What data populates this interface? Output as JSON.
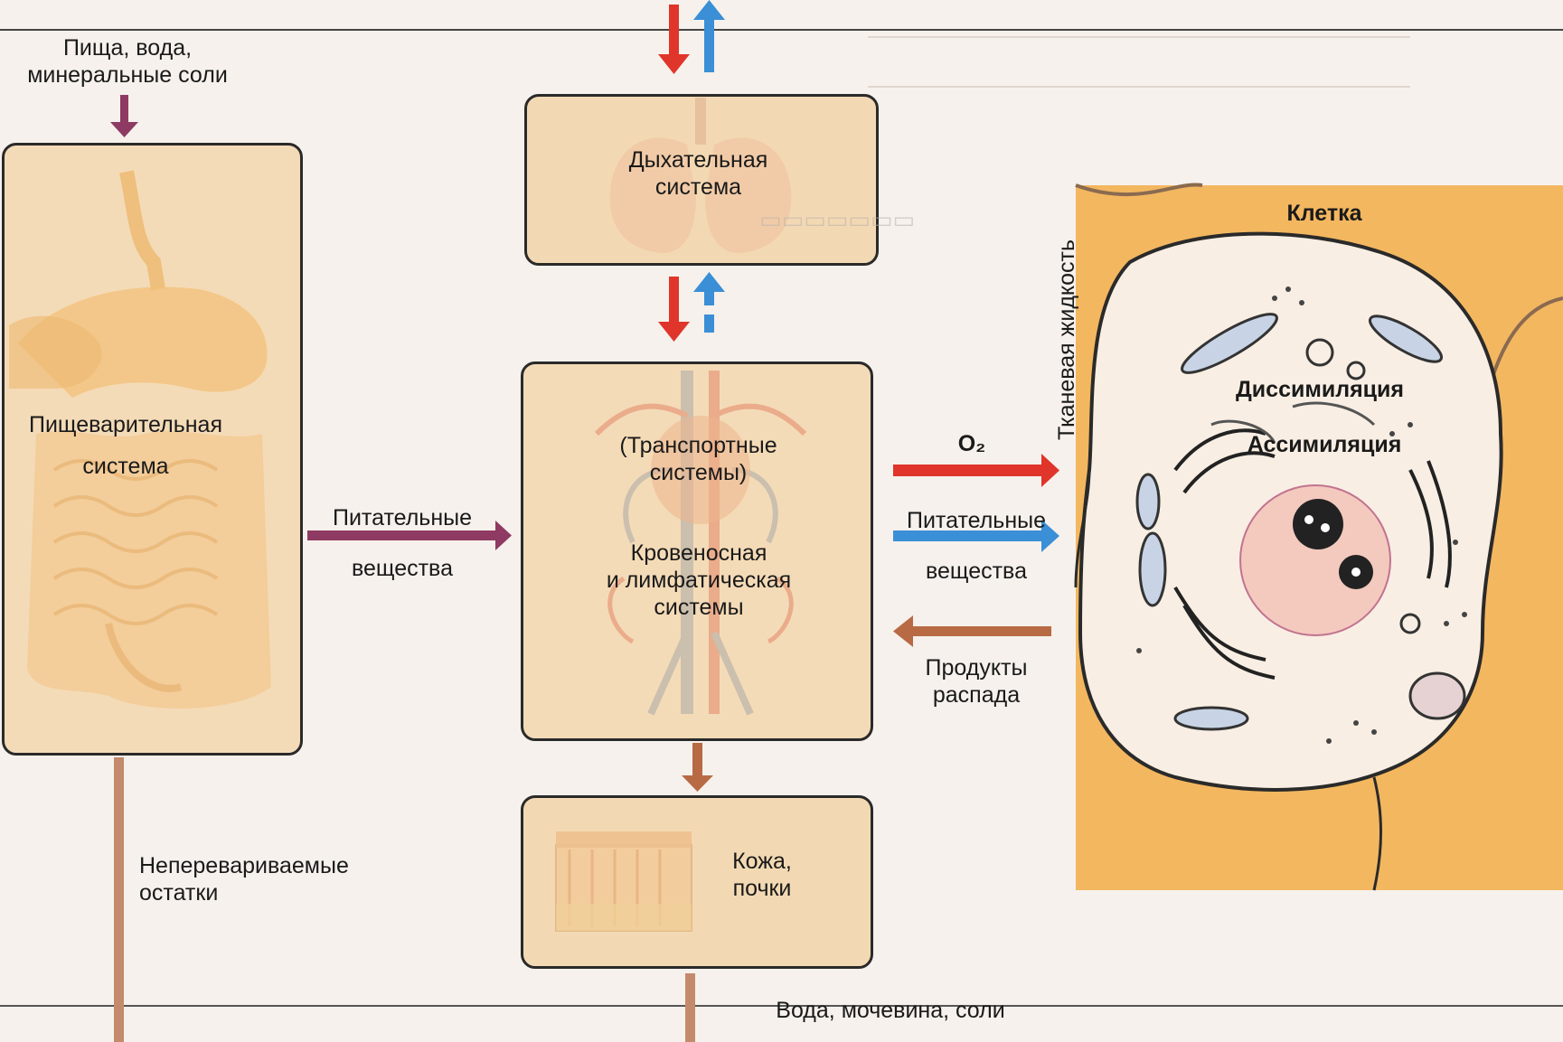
{
  "diagram": {
    "top_left_input": "Пища, вода,\nминеральные соли",
    "digestive_system": "Пищеварительная\nсистема",
    "respiratory_system": "Дыхательная\nсистема",
    "transport_systems": "(Транспортные\nсистемы)",
    "circulatory_lymphatic": "Кровеносная\nи лимфатическая\nсистемы",
    "nutrients_left": "Питательные\nвещества",
    "nutrients_right": "Питательные\nвещества",
    "oxygen": "O₂",
    "decay_products": "Продукты\nраспада",
    "tissue_fluid": "Тканевая жидкость",
    "cell": "Клетка",
    "dissimilation": "Диссимиляция",
    "assimilation": "Ассимиляция",
    "undigested_remains": "Неперевариваемые\nостатки",
    "skin_kidneys": "Кожа,\nпочки",
    "water_urea_salts": "Вода, мочевина, соли"
  },
  "colors": {
    "arrow_red": "#e0352b",
    "arrow_blue": "#3a8fd6",
    "arrow_purple": "#8e3a62",
    "arrow_brown": "#b86a45",
    "box_fill": "#f2c98d",
    "cell_bg": "#f3b760"
  }
}
